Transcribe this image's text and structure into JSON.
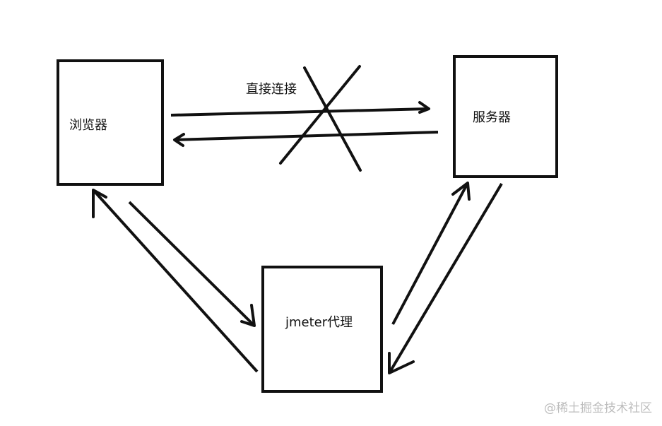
{
  "diagram": {
    "nodes": {
      "browser": "浏览器",
      "server": "服务器",
      "proxy": "jmeter代理"
    },
    "direct_connection_label": "直接连接",
    "watermark": "@稀土掘金技术社区"
  },
  "colors": {
    "stroke": "#111111",
    "background": "#ffffff",
    "watermark": "#bdbdbd"
  }
}
